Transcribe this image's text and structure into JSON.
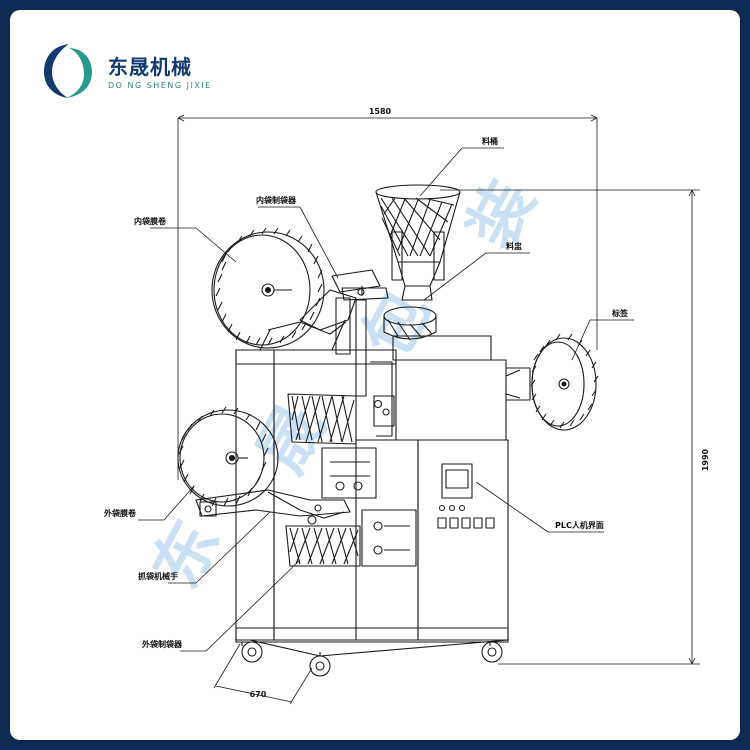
{
  "brand": {
    "name_cn": "东晟机械",
    "name_en": "DO NG SHENG JIXIE"
  },
  "dimensions": {
    "width": "1580",
    "height": "1990",
    "depth": "670"
  },
  "labels": {
    "hopper": "料桶",
    "inner_bag_former": "内袋制袋器",
    "inner_film_roll": "内袋膜卷",
    "measuring_cup": "料盅",
    "tag_label": "标签",
    "outer_film_roll": "外袋膜卷",
    "plc_hmi": "PLC人机界面",
    "bag_gripper": "抓袋机械手",
    "outer_bag_former": "外袋制袋器"
  },
  "watermark": [
    "东",
    "晟",
    "包",
    "装"
  ],
  "colors": {
    "frame": "#0c2a52",
    "line": "#1a1a1a",
    "watermark": "#3f8fd8",
    "brand": "#123a6e",
    "brand_accent": "#2a9a8f"
  }
}
